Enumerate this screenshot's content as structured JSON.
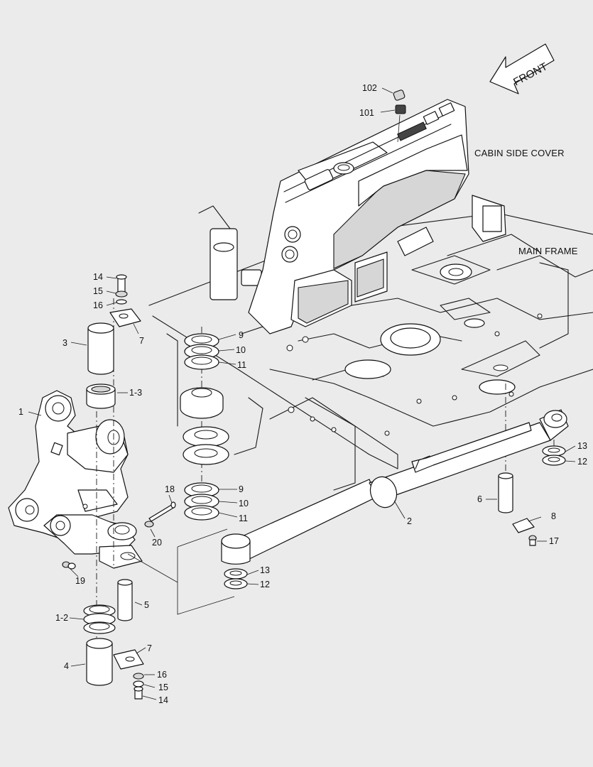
{
  "front_arrow": {
    "label": "FRONT"
  },
  "section_labels": {
    "cabin_side_cover": "CABIN SIDE COVER",
    "main_frame": "MAIN FRAME"
  },
  "callouts": {
    "c102": "102",
    "c101": "101",
    "c14a": "14",
    "c15a": "15",
    "c16a": "16",
    "c7a": "7",
    "c3": "3",
    "c1_3": "1-3",
    "c1": "1",
    "c9a": "9",
    "c10a": "10",
    "c11a": "11",
    "c9b": "9",
    "c10b": "10",
    "c11b": "11",
    "c18": "18",
    "c20": "20",
    "c19": "19",
    "c5": "5",
    "c1_2": "1-2",
    "c4": "4",
    "c7b": "7",
    "c16b": "16",
    "c15b": "15",
    "c14b": "14",
    "c2": "2",
    "c13a": "13",
    "c12a": "12",
    "c13b": "13",
    "c12b": "12",
    "c6": "6",
    "c8": "8",
    "c17": "17"
  }
}
